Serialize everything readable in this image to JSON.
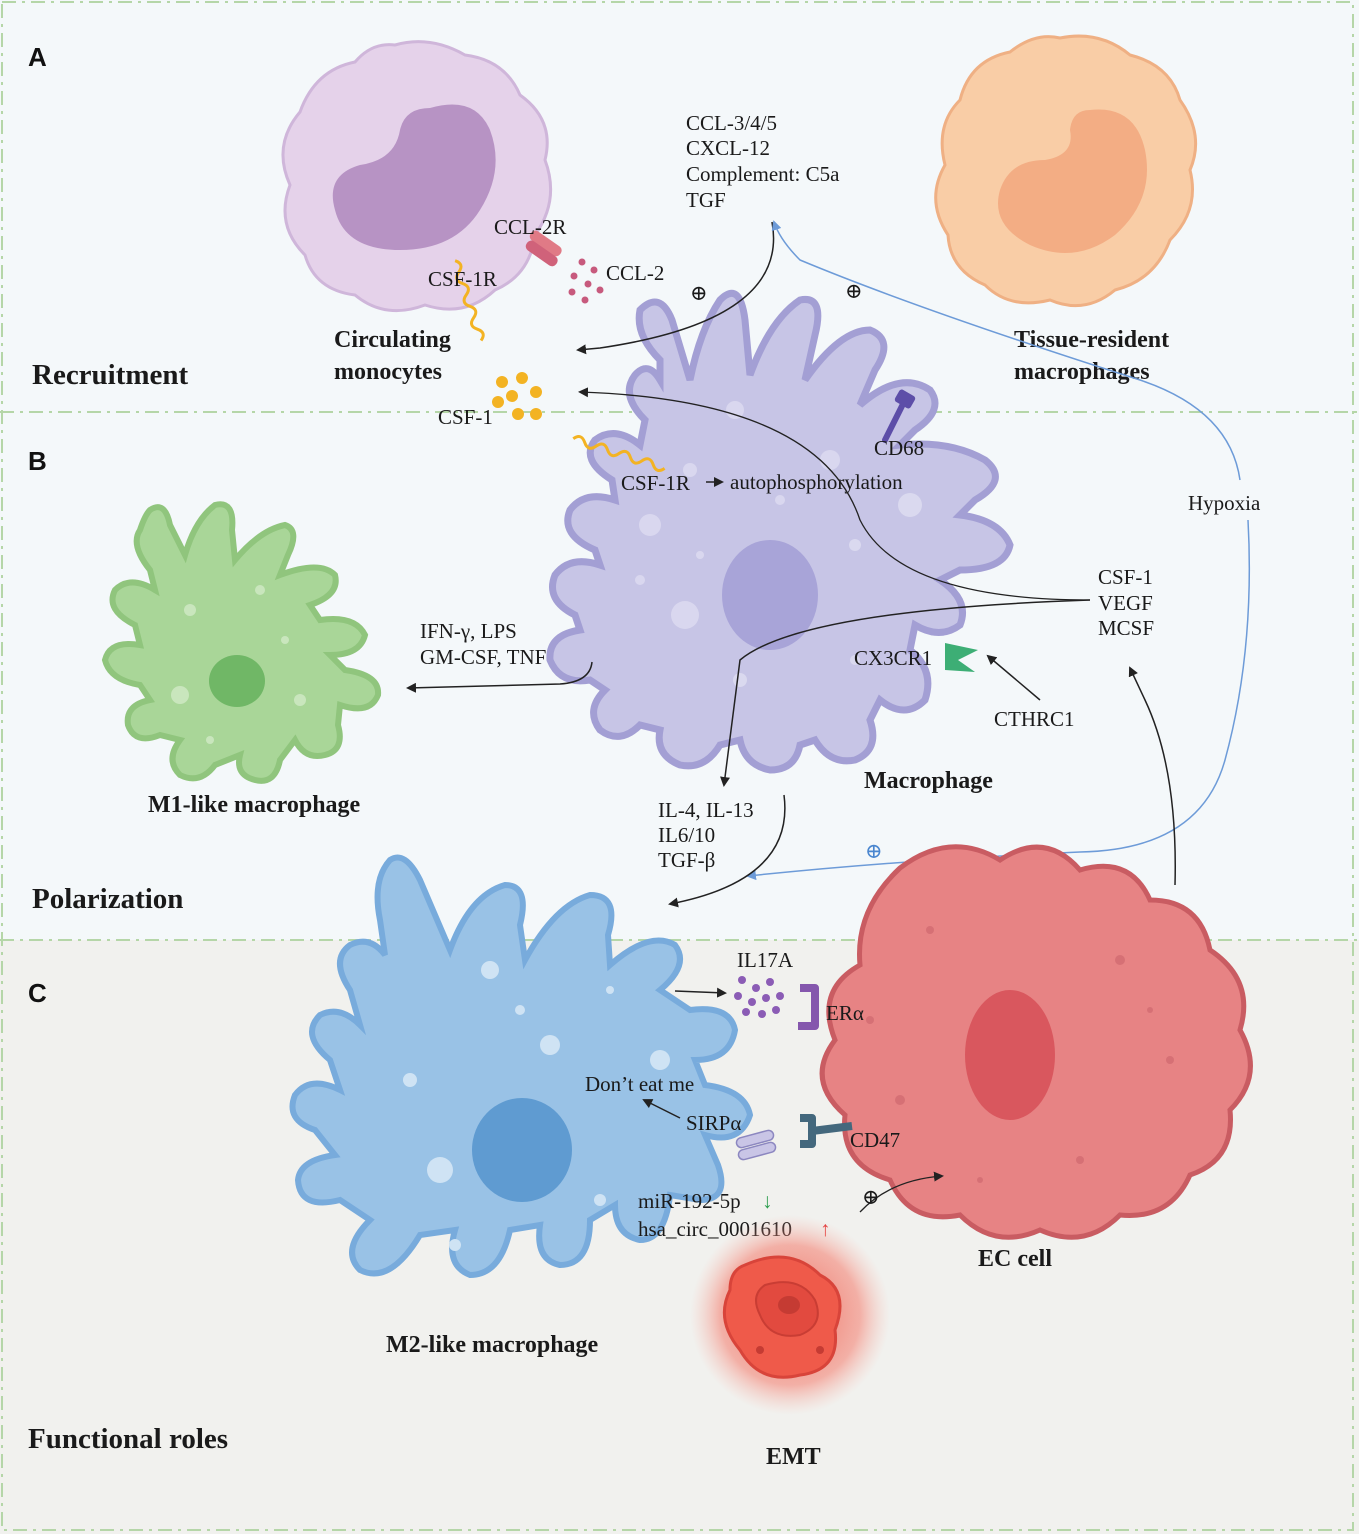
{
  "panels": {
    "a": {
      "letter": "A",
      "label": "Recruitment"
    },
    "b": {
      "letter": "B",
      "label": "Polarization"
    },
    "c": {
      "letter": "C",
      "label": "Functional roles"
    }
  },
  "cells": {
    "circulating_monocytes": {
      "line1": "Circulating",
      "line2": "monocytes"
    },
    "tissue_resident": {
      "line1": "Tissue-resident",
      "line2": "macrophages"
    },
    "macrophage": "Macrophage",
    "m1": "M1-like macrophage",
    "m2": "M2-like macrophage",
    "ec": "EC cell",
    "emt": "EMT"
  },
  "labels": {
    "chemokines": [
      "CCL-3/4/5",
      "CXCL-12",
      "Complement: C5a",
      "TGF"
    ],
    "ccl2r": "CCL-2R",
    "ccl2": "CCL-2",
    "csf1r_top": "CSF-1R",
    "csf1": "CSF-1",
    "cd68": "CD68",
    "csf1r_mid": "CSF-1R",
    "autophos": "autophosphorylation",
    "hypoxia": "Hypoxia",
    "factors": [
      "CSF-1",
      "VEGF",
      "MCSF"
    ],
    "m1_stimuli": [
      "IFN-γ, LPS",
      "GM-CSF, TNF"
    ],
    "cx3cr1": "CX3CR1",
    "cthrc1": "CTHRC1",
    "m2_stimuli": [
      "IL-4, IL-13",
      "IL6/10",
      "TGF-β"
    ],
    "il17a": "IL17A",
    "era": "ERα",
    "dont_eat": "Don’t eat me",
    "sirpa": "SIRPα",
    "cd47": "CD47",
    "mir": "miR-192-5p",
    "circ": "hsa_circ_0001610",
    "plus": "⊕",
    "down_arrow": "↓",
    "up_arrow": "↑"
  },
  "colors": {
    "panel_ab_bg": "#f4f8fa",
    "panel_c_bg": "#f1f1ee",
    "divider": "#b5d6a8",
    "monocyte": "#e5d2ea",
    "monocyte_nucleus": "#b793c4",
    "tissue_resident": "#f9cda6",
    "tissue_nucleus": "#f3ad84",
    "macrophage": "#c7c5e6",
    "macrophage_edge": "#a39fd4",
    "m1": "#a9d698",
    "m1_nucleus": "#70b766",
    "m2": "#99c2e6",
    "m2_nucleus": "#5f9bd1",
    "ec": "#e78384",
    "ec_nucleus": "#d9575e",
    "emt": "#f15b4c",
    "blue_arrow": "#6d9bd8",
    "csf1_dots": "#f3b323",
    "ccl2_dots": "#c75a7d",
    "il17a_dots": "#8b5cb5",
    "cd68": "#5d4ea8",
    "cx3cr1": "#3dae75",
    "era": "#8557ad",
    "cd47": "#44687d",
    "down": "#2e9e4f",
    "up": "#e23b3b"
  }
}
